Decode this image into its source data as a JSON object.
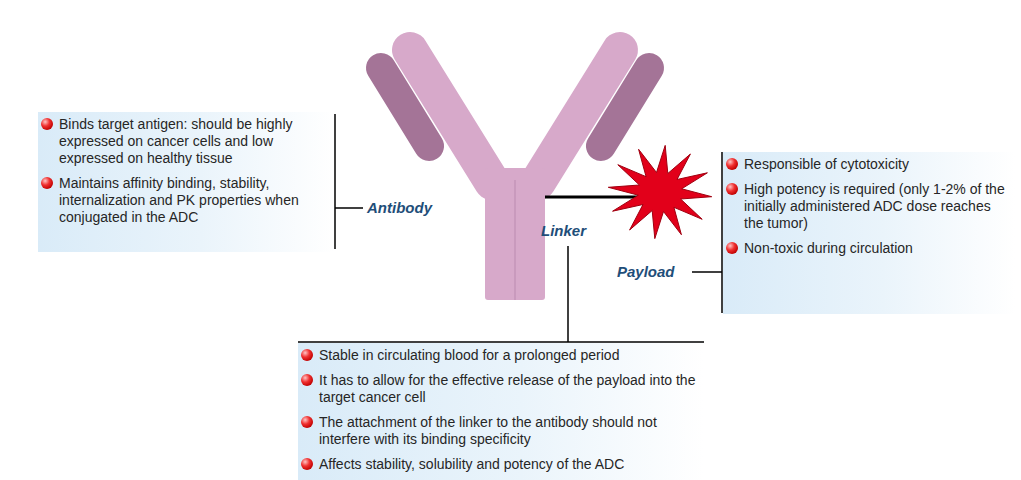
{
  "diagram": {
    "nodes": [
      {
        "text": [
          "Binds target antigen: should be highly expressed on cancer cells and low expressed on healthy tissue",
          "Maintains affinity binding, stability, internalization and PK properties when conjugated in the ADC"
        ]
      },
      {
        "text": [
          "Responsible of cytotoxicity",
          "High potency is required (only 1-2% of the initially administered ADC dose reaches the tumor)",
          "Non-toxic during circulation"
        ]
      },
      {
        "text": [
          "Stable in circulating blood for a prolonged period",
          "It has to allow for the effective release of the payload into the target cancer cell",
          "The attachment of the linker to the antibody should not interfere with its binding specificity",
          "Affects stability, solubility and potency of the ADC"
        ]
      }
    ],
    "labels": [
      "Antibody",
      "Linker",
      "Payload"
    ]
  }
}
